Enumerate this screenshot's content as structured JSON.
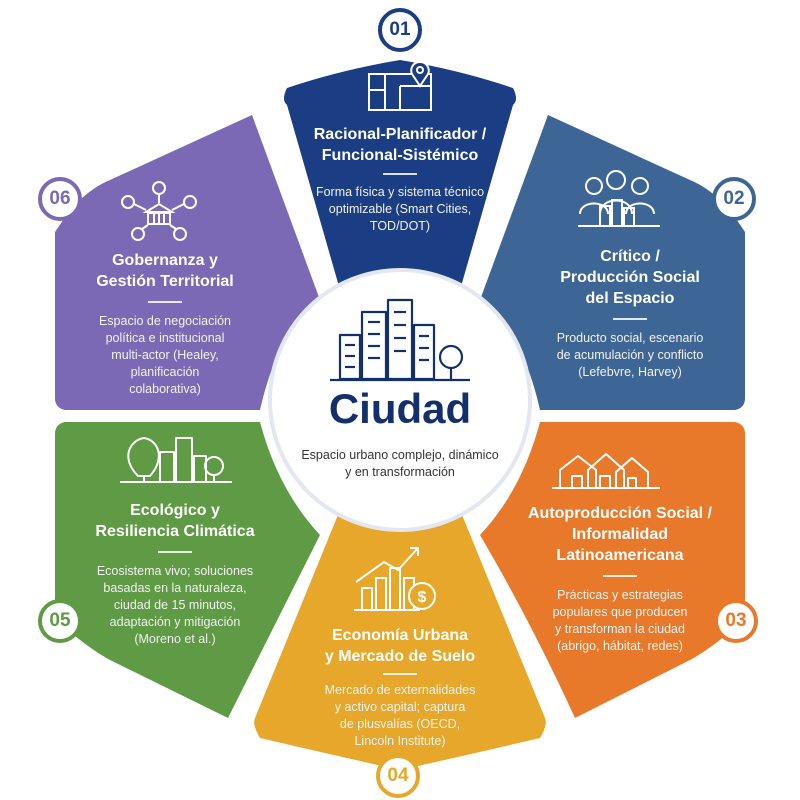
{
  "colors": {
    "seg1": "#1b3d84",
    "seg2": "#3d6595",
    "seg3": "#e8792a",
    "seg4": "#e6a72a",
    "seg5": "#5f9a45",
    "seg6": "#7c69b5",
    "center_title": "#14306a"
  },
  "center": {
    "title": "Ciudad",
    "subtitle": "Espacio urbano complejo, dinámico y en transformación",
    "icon": "city-skyline-icon"
  },
  "segments": [
    {
      "number": "01",
      "title_lines": [
        "Racional-Planificador /",
        "Funcional-Sistémico"
      ],
      "description_lines": [
        "Forma física y sistema técnico",
        "optimizable (Smart Cities,",
        "TOD/DOT)"
      ],
      "icon": "map-pin-blueprint-icon"
    },
    {
      "number": "02",
      "title_lines": [
        "Crítico /",
        "Producción Social",
        "del Espacio"
      ],
      "description_lines": [
        "Producto social, escenario",
        "de acumulación y conflicto",
        "(Lefebvre, Harvey)"
      ],
      "icon": "people-city-icon"
    },
    {
      "number": "03",
      "title_lines": [
        "Autoproducción Social /",
        "Informalidad",
        "Latinoamericana"
      ],
      "description_lines": [
        "Prácticas y estrategias",
        "populares que producen",
        "y transforman la ciudad",
        "(abrigo, hábitat, redes)"
      ],
      "icon": "houses-icon"
    },
    {
      "number": "04",
      "title_lines": [
        "Economía Urbana",
        "y Mercado de Suelo"
      ],
      "description_lines": [
        "Mercado de externalidades",
        "y activo capital; captura",
        "de plusvalías (OECD,",
        "Lincoln Institute)"
      ],
      "icon": "growth-chart-dollar-icon"
    },
    {
      "number": "05",
      "title_lines": [
        "Ecológico y",
        "Resiliencia Climática"
      ],
      "description_lines": [
        "Ecosistema vivo; soluciones",
        "basadas en la naturaleza,",
        "ciudad de 15 minutos,",
        "adaptación y mitigación",
        "(Moreno et al.)"
      ],
      "icon": "trees-buildings-icon"
    },
    {
      "number": "06",
      "title_lines": [
        "Gobernanza y",
        "Gestión Territorial"
      ],
      "description_lines": [
        "Espacio de negociación",
        "política e institucional",
        "multi-actor (Healey,",
        "planificación",
        "colaborativa)"
      ],
      "icon": "institution-network-icon"
    }
  ]
}
